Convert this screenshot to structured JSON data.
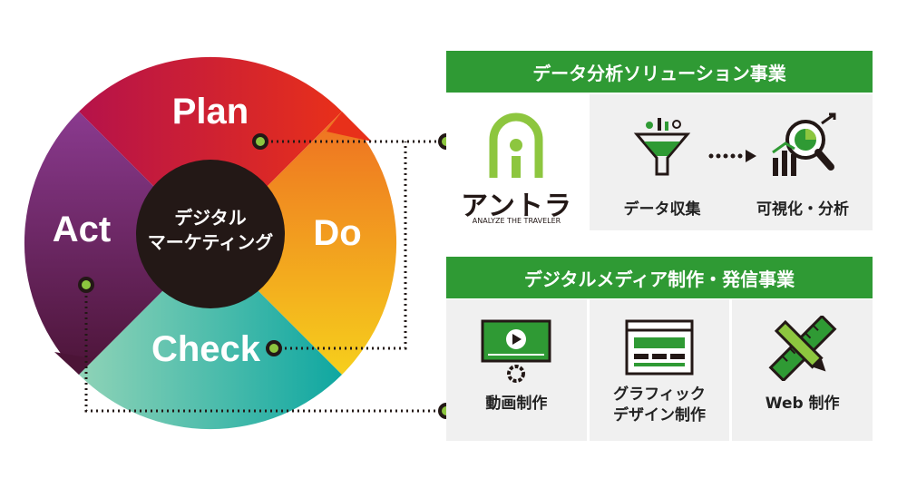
{
  "cycle": {
    "center_label_line1": "デジタル",
    "center_label_line2": "マーケティング",
    "stages": {
      "plan": "Plan",
      "do": "Do",
      "check": "Check",
      "act": "Act"
    },
    "colors": {
      "plan": "#d8261f",
      "do": "#f39a1c",
      "check": "#2bb6a3",
      "act": "#6b2260",
      "center": "#231816",
      "connector": "#8dc63f"
    }
  },
  "panel_analytics": {
    "title": "データ分析ソリューション事業",
    "logo_main": "アントラ",
    "logo_sub": "ANALYZE THE TRAVELER",
    "step1": "データ収集",
    "step2": "可視化・分析",
    "arrow_icon": "dotted-arrow-icon"
  },
  "panel_digital": {
    "title": "デジタルメディア制作・発信事業",
    "items": [
      {
        "line1": "動画制作",
        "line2": ""
      },
      {
        "line1": "グラフィック",
        "line2": "デザイン制作"
      },
      {
        "line1": "Web 制作",
        "line2": ""
      }
    ]
  },
  "colors": {
    "header_green": "#2f9a34",
    "panel_bg": "#f0f0f0",
    "icon_green": "#2f9a34",
    "icon_dark": "#231816"
  }
}
